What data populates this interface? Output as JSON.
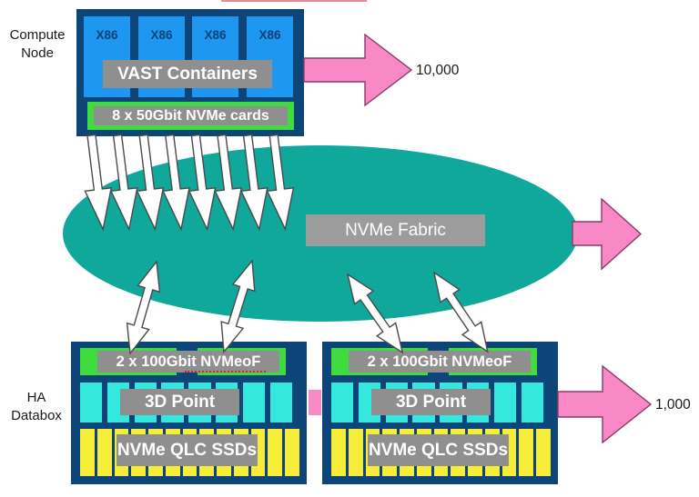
{
  "labels": {
    "compute_node": "Compute Node",
    "ha_databox": "HA Databox",
    "throughput_top": "10,000",
    "throughput_bottom": "1,000"
  },
  "compute_node": {
    "cpus": [
      "X86",
      "X86",
      "X86",
      "X86"
    ],
    "containers_label": "VAST Containers",
    "nic_label": "8 x 50Gbit NVMe cards"
  },
  "fabric": {
    "label": "NVMe Fabric"
  },
  "databoxes": [
    {
      "nic_label": "2 x 100Gbit NVMeoF",
      "nvram_label": "3D Point",
      "ssd_label": "NVMe QLC SSDs"
    },
    {
      "nic_label": "2 x 100Gbit NVMeoF",
      "nvram_label": "3D Point",
      "ssd_label": "NVMe QLC SSDs"
    }
  ],
  "counts": {
    "cpus_per_node": 4,
    "compute_fabric_lanes": 8,
    "nvram_slots_per_databox": 8,
    "ssd_slots_per_databox": 13,
    "databoxes": 2
  },
  "colors": {
    "navy": "#0E4579",
    "cpu_blue": "#1E97F0",
    "fabric_teal": "#0FA89B",
    "label_gray": "#8F8F8F",
    "nic_green": "#3EDC3C",
    "nvram_cyan": "#35E8DE",
    "ssd_yellow": "#F7ED39",
    "arrow_pink": "#F988C6",
    "pink_outline": "#8A3B68",
    "white_arrow_outline": "#4A4A4A"
  }
}
